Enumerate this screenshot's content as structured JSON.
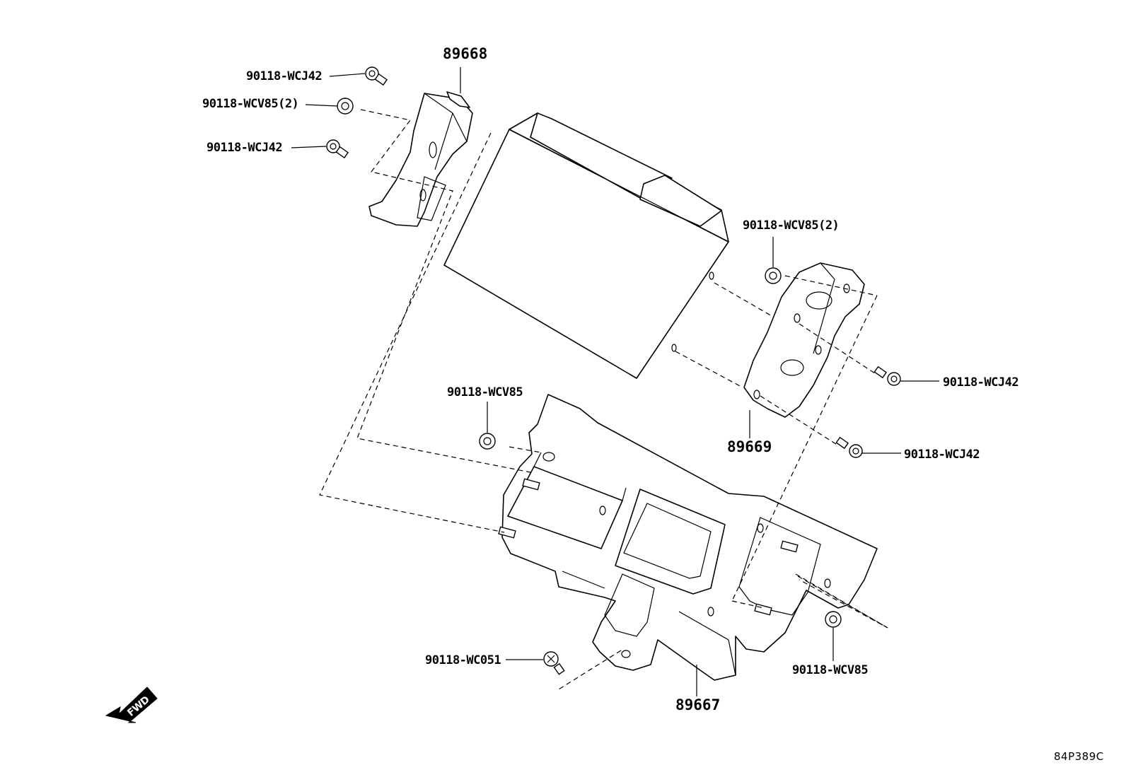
{
  "diagram": {
    "reference_code": "84P389C",
    "fwd_label": "FWD",
    "parts": {
      "bracket_upper": "89668",
      "bracket_right": "89669",
      "base_bracket": "89667"
    },
    "fasteners": {
      "tl_bolt_top": "90118-WCJ42",
      "tl_nut": "90118-WCV85(2)",
      "tl_bolt_bottom": "90118-WCJ42",
      "right_nut": "90118-WCV85(2)",
      "right_bolt_upper": "90118-WCJ42",
      "right_bolt_lower": "90118-WCJ42",
      "center_nut": "90118-WCV85",
      "bottom_screw": "90118-WC051",
      "bottom_right_nut": "90118-WCV85"
    }
  }
}
